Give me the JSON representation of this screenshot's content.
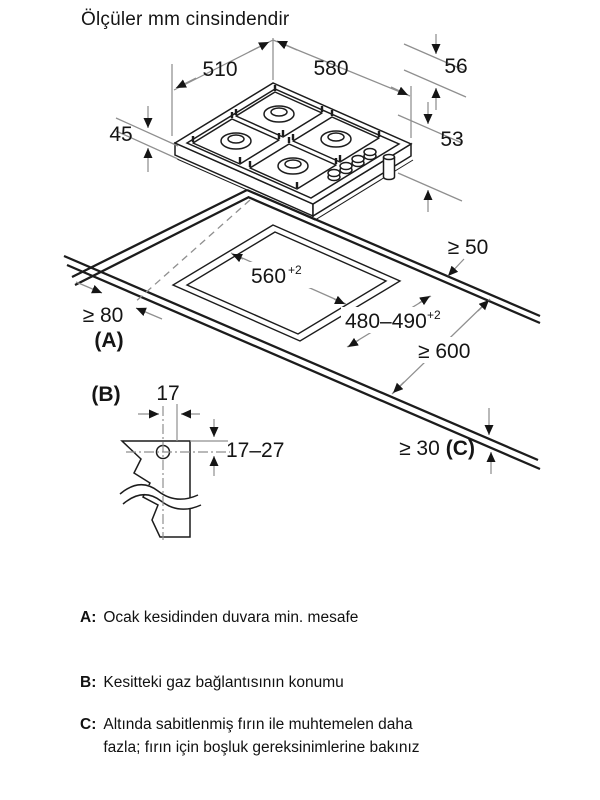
{
  "title": "Ölçüler mm cinsindendir",
  "hob": {
    "depth": "510",
    "width": "580",
    "profile_height": "56",
    "body_height": "45",
    "under_height": "53"
  },
  "cutout": {
    "width": "560",
    "width_tolerance": "+2",
    "depth": "480–490",
    "depth_tolerance": "+2",
    "back_wall_gap": "≥ 50",
    "side_wall_gap": "≥ 80",
    "side_wall_key": "(A)",
    "worktop_min_depth": "≥ 600",
    "front_edge_gap": "≥ 30",
    "front_edge_key": "(C)"
  },
  "detail_b": {
    "key": "(B)",
    "edge_offset": "17",
    "vertical_range": "17–27"
  },
  "legend": {
    "a_key": "A:",
    "a_text": "Ocak kesidinden duvara min. mesafe",
    "b_key": "B:",
    "b_text": "Kesitteki gaz bağlantısının konumu",
    "c_key": "C:",
    "c_text": "Altında sabitlenmiş fırın ile muhtemelen daha fazla; fırın için boşluk gereksinimlerine bakınız"
  },
  "colors": {
    "ink": "#1c1c1c",
    "dim_line": "#8f8f8f",
    "background": "#ffffff"
  }
}
